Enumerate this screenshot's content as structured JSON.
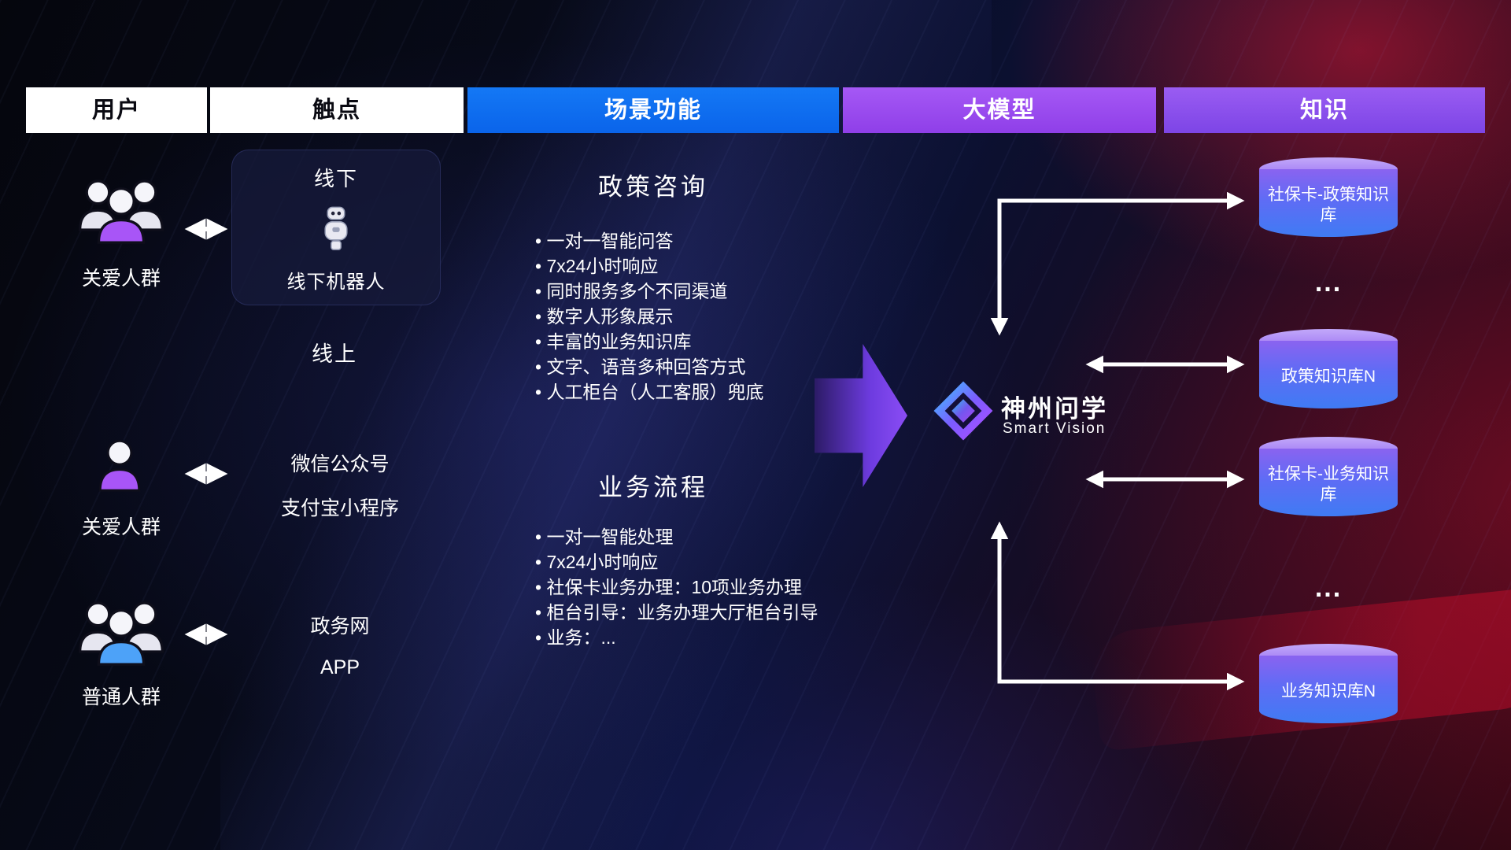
{
  "header": {
    "columns": [
      {
        "label": "用户"
      },
      {
        "label": "触点"
      },
      {
        "label": "场景功能"
      },
      {
        "label": "大模型"
      },
      {
        "label": "知识"
      }
    ]
  },
  "users": {
    "rows": [
      {
        "label": "关爱人群"
      },
      {
        "label": "关爱人群"
      },
      {
        "label": "普通人群"
      }
    ]
  },
  "touchpoints": {
    "offline_title": "线下",
    "offline_robot_label": "线下机器人",
    "online_title": "线上",
    "channels": [
      {
        "label": "微信公众号"
      },
      {
        "label": "支付宝小程序"
      },
      {
        "label": "政务网"
      },
      {
        "label": "APP"
      }
    ]
  },
  "scenarios": {
    "sections": [
      {
        "title": "政策咨询",
        "items": [
          "一对一智能问答",
          "7x24小时响应",
          "同时服务多个不同渠道",
          "数字人形象展示",
          "丰富的业务知识库",
          "文字、语音多种回答方式",
          "人工柜台（人工客服）兜底"
        ]
      },
      {
        "title": "业务流程",
        "items": [
          "一对一智能处理",
          "7x24小时响应",
          "社保卡业务办理：10项业务办理",
          "柜台引导：业务办理大厅柜台引导",
          "业务：..."
        ]
      }
    ]
  },
  "model": {
    "brand": "神州问学",
    "sub_brand": "Smart Vision"
  },
  "knowledge": {
    "cylinders": [
      {
        "label": "社保卡-政策知识库"
      },
      {
        "label": "政策知识库N"
      },
      {
        "label": "社保卡-业务知识库"
      },
      {
        "label": "业务知识库N"
      }
    ],
    "ellipsis": "..."
  },
  "colors": {
    "header_scene_bg": "#0a6cf0",
    "header_model_bg": "#9b4df2",
    "header_knowledge_bg": "#8b52f0",
    "accent_purple": "#a855f7",
    "accent_blue": "#4da2f8",
    "cylinder_top": "#a687f5",
    "cylinder_body": "#4f7cf4",
    "flow_arrow_purple": "#7c3aed",
    "background_red": "#a3122a",
    "background_navy": "#0b1030"
  }
}
